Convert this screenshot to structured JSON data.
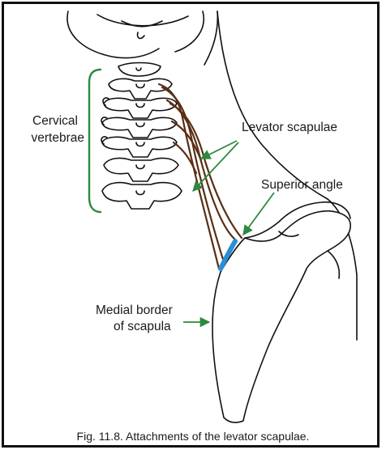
{
  "figure": {
    "labels": {
      "cervical_vertebrae_line1": "Cervical",
      "cervical_vertebrae_line2": "vertebrae",
      "levator_scapulae": "Levator scapulae",
      "superior_angle": "Superior angle",
      "medial_border_line1": "Medial border",
      "medial_border_line2": "of scapula"
    },
    "caption": "Fig. 11.8. Attachments of the levator scapulae.",
    "colors": {
      "muscle": "#5a2e14",
      "superior_angle_highlight": "#2a8fd6",
      "bracket": "#2d8a3e",
      "arrows": "#2d8a3e",
      "outline": "#111111"
    }
  }
}
